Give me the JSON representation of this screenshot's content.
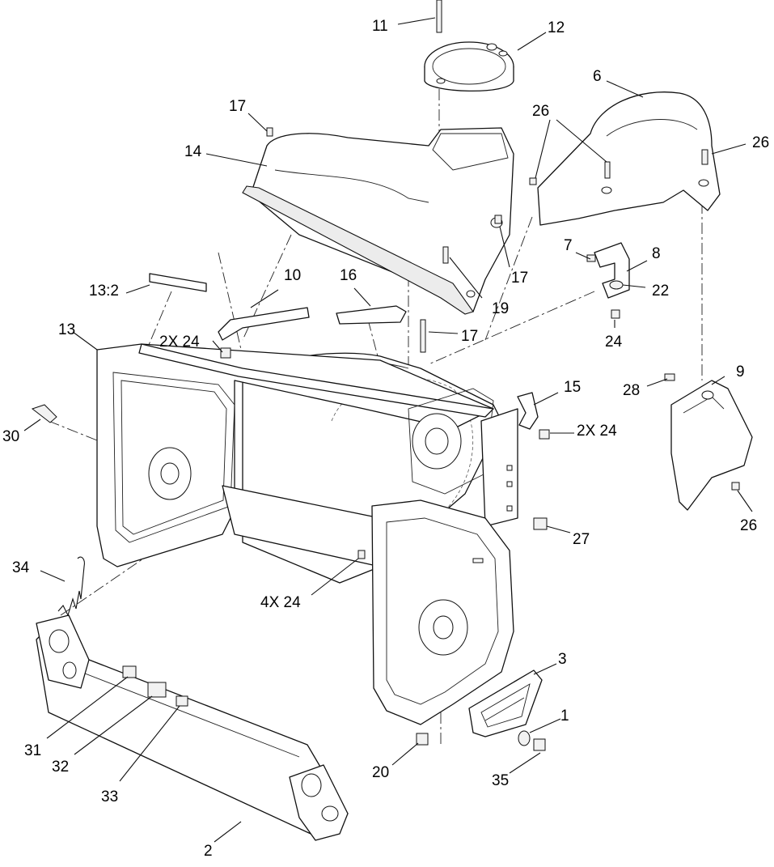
{
  "callouts": {
    "c1": "1",
    "c2": "2",
    "c3": "3",
    "c6": "6",
    "c7": "7",
    "c8": "8",
    "c9": "9",
    "c10": "10",
    "c11": "11",
    "c12": "12",
    "c13": "13",
    "c13_2": "13:2",
    "c14": "14",
    "c15": "15",
    "c16": "16",
    "c17a": "17",
    "c17b": "17",
    "c17c": "17",
    "c19": "19",
    "c20": "20",
    "c22": "22",
    "c24a": "2X 24",
    "c24b": "24",
    "c24c": "2X 24",
    "c24d": "4X 24",
    "c26a": "26",
    "c26b": "26",
    "c26c": "26",
    "c27": "27",
    "c28": "28",
    "c30": "30",
    "c31": "31",
    "c32": "32",
    "c33": "33",
    "c34": "34",
    "c35": "35"
  }
}
